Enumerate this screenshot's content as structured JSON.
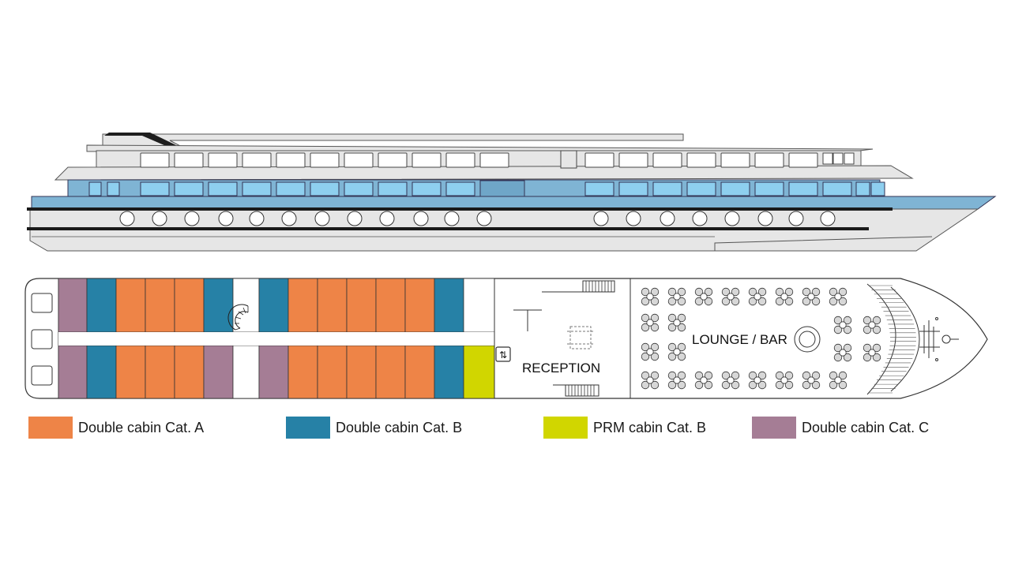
{
  "deck_plan": {
    "areas": {
      "reception": "RECEPTION",
      "lounge": "LOUNGE / BAR"
    }
  },
  "legend": [
    {
      "key": "cat_a",
      "label": "Double cabin Cat. A",
      "color": "#ee8447"
    },
    {
      "key": "cat_b",
      "label": "Double cabin Cat. B",
      "color": "#2681a6"
    },
    {
      "key": "prm_b",
      "label": "PRM cabin Cat. B",
      "color": "#d1d600"
    },
    {
      "key": "cat_c",
      "label": "Double cabin Cat. C",
      "color": "#a57d95"
    }
  ],
  "cabin_layout": {
    "top_row": [
      "cat_c",
      "cat_b",
      "cat_a",
      "cat_a",
      "cat_a",
      "cat_b",
      "stair",
      "cat_b",
      "cat_a",
      "cat_a",
      "cat_a",
      "cat_a",
      "cat_a",
      "cat_b",
      "empty"
    ],
    "bottom_row": [
      "cat_c",
      "cat_b",
      "cat_a",
      "cat_a",
      "cat_a",
      "cat_c",
      "corridor",
      "cat_c",
      "cat_a",
      "cat_a",
      "cat_a",
      "cat_a",
      "cat_a",
      "cat_b",
      "prm_b"
    ]
  },
  "colors": {
    "hull_grey": "#e6e6e6",
    "hull_blue": "#7fb4d4",
    "window_blue": "#8ecfef",
    "outline": "#333333"
  }
}
